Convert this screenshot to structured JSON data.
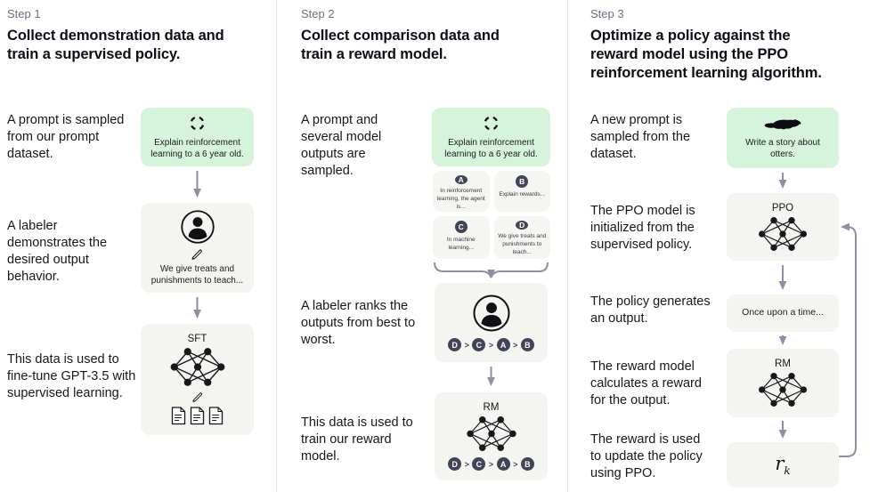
{
  "colors": {
    "prompt_box_green": "#d6f3dc",
    "model_box_gray": "#f4f4f1",
    "arrow": "#8f8fa3",
    "rank_badge": "#414456",
    "step_label": "#6e6e80",
    "text": "#17171c"
  },
  "icons": {
    "prompt_sampling": "cycle-icon",
    "labeler": "user-icon",
    "writing": "pencil-icon",
    "model": "neural-network-icon",
    "demonstrations": "documents-icon",
    "otter_prompt": "otter-icon",
    "flow": "arrow-down-icon",
    "feedback": "loop-arrow-icon"
  },
  "columns": [
    {
      "step": "Step 1",
      "title": "Collect demonstration data and train a supervised policy.",
      "prompt_text": "A prompt is sampled from our prompt dataset.",
      "prompt_box_text": "Explain reinforcement learning to a 6 year old.",
      "labeler_text": "A labeler demonstrates the desired output behavior.",
      "labeler_box_text": "We give treats and punishments to teach...",
      "model_text": "This data is used to fine-tune GPT-3.5 with supervised learning.",
      "model_label": "SFT"
    },
    {
      "step": "Step 2",
      "title": "Collect comparison data and train a reward model.",
      "prompt_text": "A prompt and several model outputs are sampled.",
      "prompt_box_text": "Explain reinforcement learning to a 6 year old.",
      "outputs": [
        {
          "letter": "A",
          "text": "In reinforcement learning, the agent is..."
        },
        {
          "letter": "B",
          "text": "Explain rewards..."
        },
        {
          "letter": "C",
          "text": "In machine learning..."
        },
        {
          "letter": "D",
          "text": "We give treats and punishments to teach..."
        }
      ],
      "rank_text": "A labeler ranks the outputs from best to worst.",
      "ranking": [
        "D",
        "C",
        "A",
        "B"
      ],
      "rank_separator": ">",
      "model_text": "This data is used to train our reward model.",
      "model_label": "RM"
    },
    {
      "step": "Step 3",
      "title": "Optimize a policy against the reward model using the PPO reinforcement learning algorithm.",
      "prompt_text": "A new prompt is sampled from the dataset.",
      "prompt_box_text": "Write a story about otters.",
      "ppo_text": "The PPO model is initialized from the supervised policy.",
      "ppo_label": "PPO",
      "output_text": "The policy generates an output.",
      "output_box_text": "Once upon a time...",
      "rm_text": "The reward model calculates a reward for the output.",
      "rm_label": "RM",
      "reward_text": "The reward is used to update the policy using PPO.",
      "reward_symbol": "r",
      "reward_symbol_sub": "k"
    }
  ]
}
